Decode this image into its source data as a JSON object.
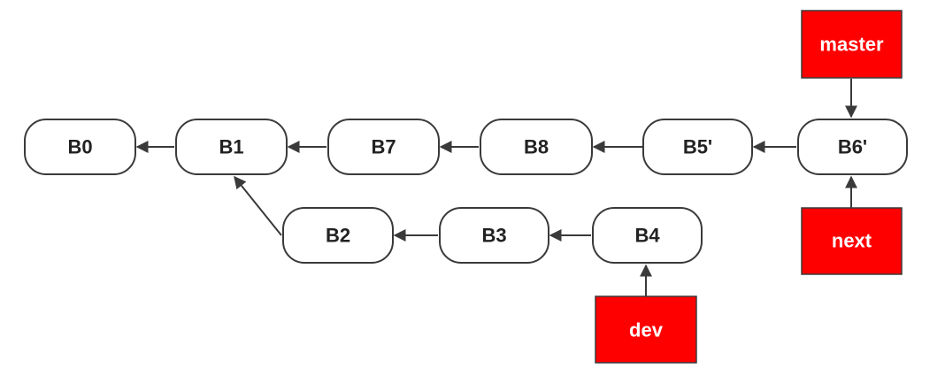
{
  "colors": {
    "ref_fill": "#ff0000",
    "node_stroke": "#3a3a3a",
    "edge": "#3a3a3a"
  },
  "commits": [
    {
      "id": "B0",
      "label": "B0"
    },
    {
      "id": "B1",
      "label": "B1"
    },
    {
      "id": "B7",
      "label": "B7"
    },
    {
      "id": "B8",
      "label": "B8"
    },
    {
      "id": "B5p",
      "label": "B5'"
    },
    {
      "id": "B6p",
      "label": "B6'"
    },
    {
      "id": "B2",
      "label": "B2"
    },
    {
      "id": "B3",
      "label": "B3"
    },
    {
      "id": "B4",
      "label": "B4"
    }
  ],
  "refs": [
    {
      "id": "master",
      "label": "master",
      "target": "B6'"
    },
    {
      "id": "next",
      "label": "next",
      "target": "B6'"
    },
    {
      "id": "dev",
      "label": "dev",
      "target": "B4"
    }
  ],
  "parent_edges": [
    {
      "from": "B1",
      "to": "B0"
    },
    {
      "from": "B7",
      "to": "B1"
    },
    {
      "from": "B8",
      "to": "B7"
    },
    {
      "from": "B5'",
      "to": "B8"
    },
    {
      "from": "B6'",
      "to": "B5'"
    },
    {
      "from": "B2",
      "to": "B1"
    },
    {
      "from": "B3",
      "to": "B2"
    },
    {
      "from": "B4",
      "to": "B3"
    }
  ]
}
